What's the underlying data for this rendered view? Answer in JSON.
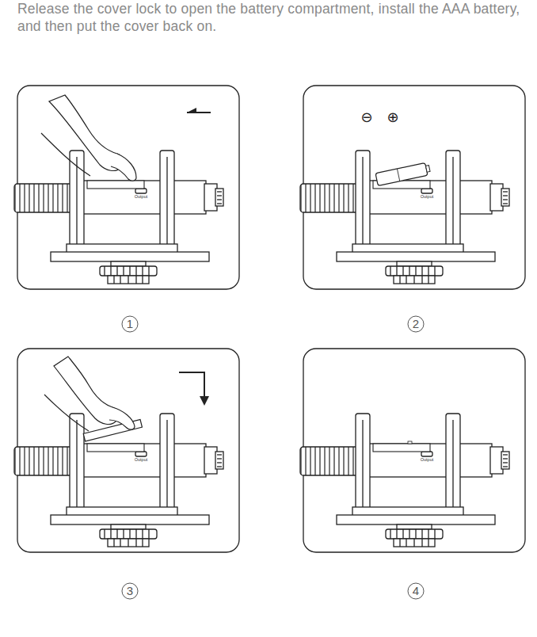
{
  "diagram": {
    "title": "Release the cover lock to open the battery compartment, install the AAA battery, and then put the cover back on.",
    "labels": [
      "Output",
      "1",
      "⊖",
      "⊕",
      "Output",
      "2",
      "Output",
      "3",
      "Output",
      "4"
    ]
  }
}
